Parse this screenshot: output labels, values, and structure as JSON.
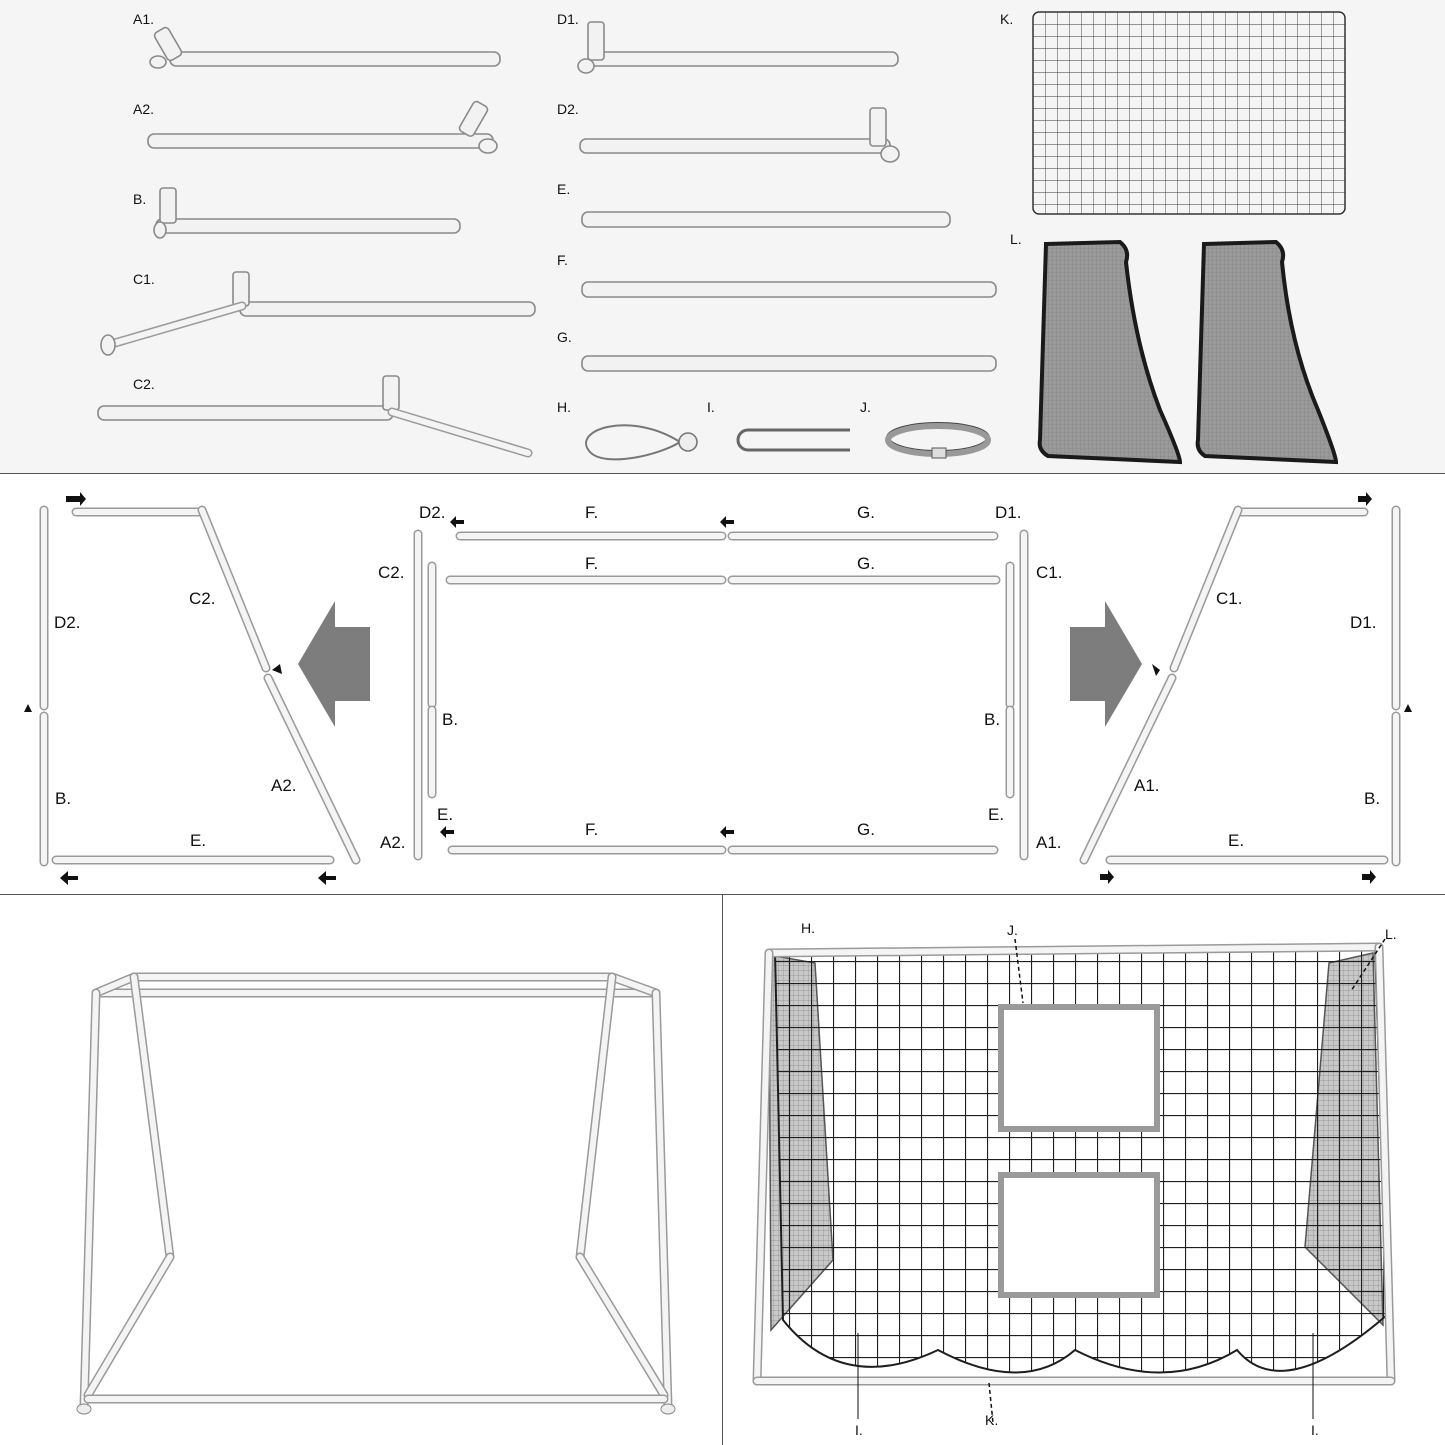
{
  "parts": {
    "a1": "A1.",
    "a2": "A2.",
    "b": "B.",
    "c1": "C1.",
    "c2": "C2.",
    "d1": "D1.",
    "d2": "D2.",
    "e": "E.",
    "f": "F.",
    "g": "G.",
    "h": "H.",
    "i": "I.",
    "j": "J.",
    "k": "K.",
    "l": "L."
  },
  "layout_left": {
    "d2": "D2.",
    "c2": "C2.",
    "b": "B.",
    "a2": "A2.",
    "e": "E."
  },
  "layout_center": {
    "d2": "D2.",
    "d1": "D1.",
    "c2": "C2.",
    "c1": "C1.",
    "a2": "A2.",
    "a1": "A1.",
    "b_left": "B.",
    "b_right": "B.",
    "e_left": "E.",
    "e_right": "E.",
    "f_top": "F.",
    "g_top": "G.",
    "f_mid": "F.",
    "g_mid": "G.",
    "f_bottom": "F.",
    "g_bottom": "G."
  },
  "layout_right": {
    "d1": "D1.",
    "c1": "C1.",
    "b": "B.",
    "a1": "A1.",
    "e": "E."
  },
  "net_view": {
    "h": "H.",
    "j": "J.",
    "l": "L.",
    "i_left": "I.",
    "i_right": "I.",
    "k": "K."
  },
  "colors": {
    "parts_bg": "#f5f5f5",
    "arrow_gray": "#7d7d7d",
    "net_dark": "#222222",
    "tube_stroke": "#8a8a8a"
  }
}
